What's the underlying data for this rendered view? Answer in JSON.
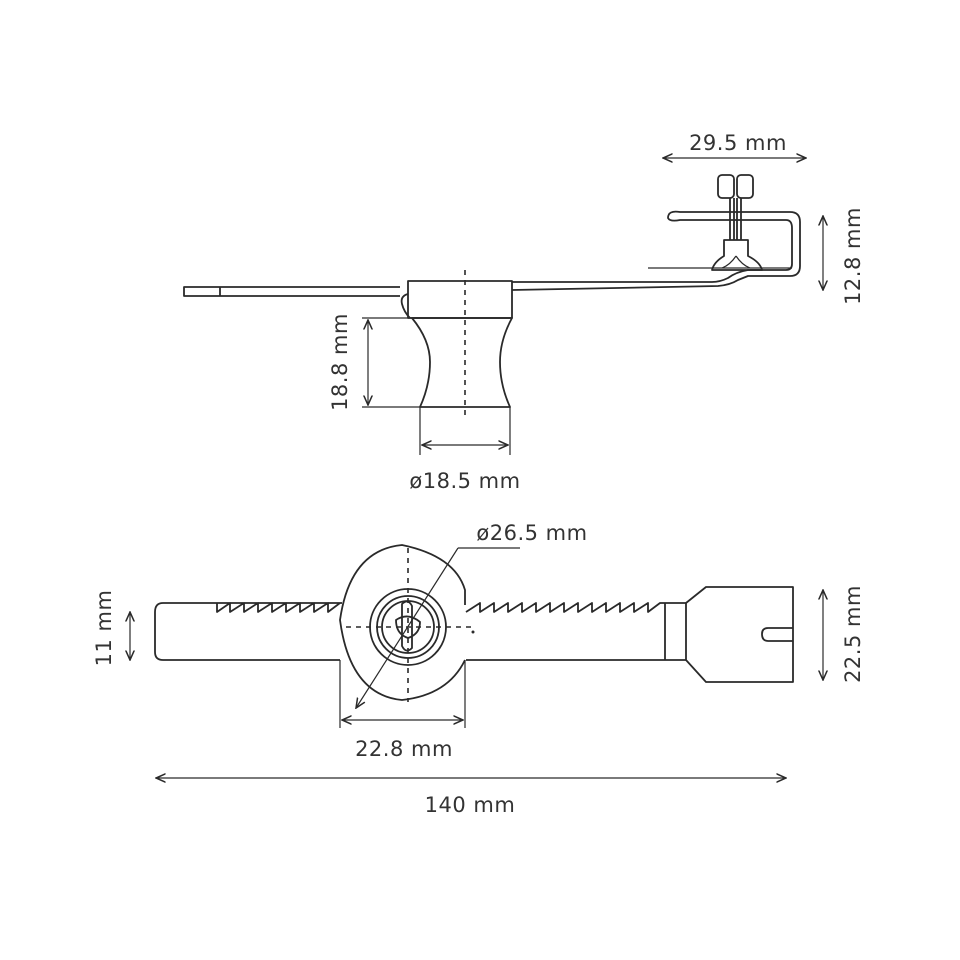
{
  "top_view": {
    "bracket_width": "29.5 mm",
    "bracket_height": "12.8 mm",
    "barrel_height": "18.8 mm",
    "barrel_diameter": "ø18.5 mm"
  },
  "bottom_view": {
    "lock_diameter": "ø26.5 mm",
    "rod_width": "11 mm",
    "head_height": "22.5 mm",
    "body_width": "22.8 mm",
    "overall_length": "140 mm"
  },
  "colors": {
    "line": "#2a2a2a",
    "background": "#ffffff"
  }
}
